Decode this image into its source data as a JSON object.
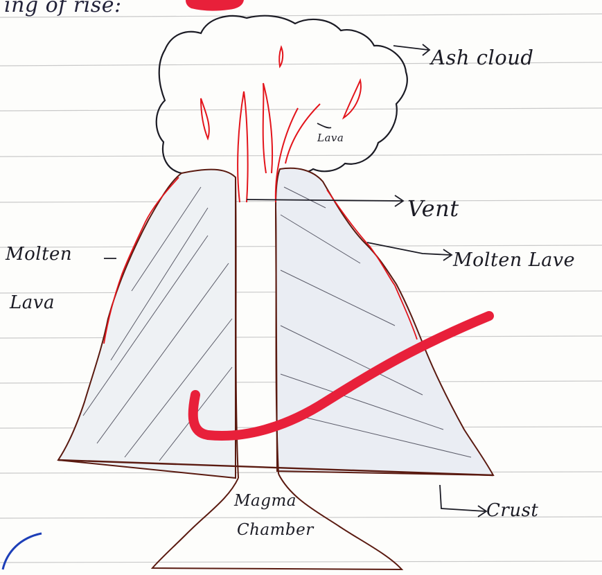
{
  "header_fragment": "ing of rise:",
  "labels": {
    "ash_cloud": "Ash cloud",
    "lava_small": "Lava",
    "vent": "Vent",
    "molten_lava_left_1": "Molten",
    "molten_lava_left_2": "Lava",
    "molten_lava_right": "Molten Lave",
    "crust": "Crust",
    "magma_chamber_1": "Magma",
    "magma_chamber_2": "Chamber"
  },
  "colors": {
    "paper": "#fdfdfb",
    "rule_line": "#c9c9c9",
    "ink_brown": "#6b1e12",
    "ink_red": "#e3141b",
    "ink_black": "#1b1b24",
    "marker_red": "#e8203a",
    "ink_blue": "#1d3fb8"
  }
}
